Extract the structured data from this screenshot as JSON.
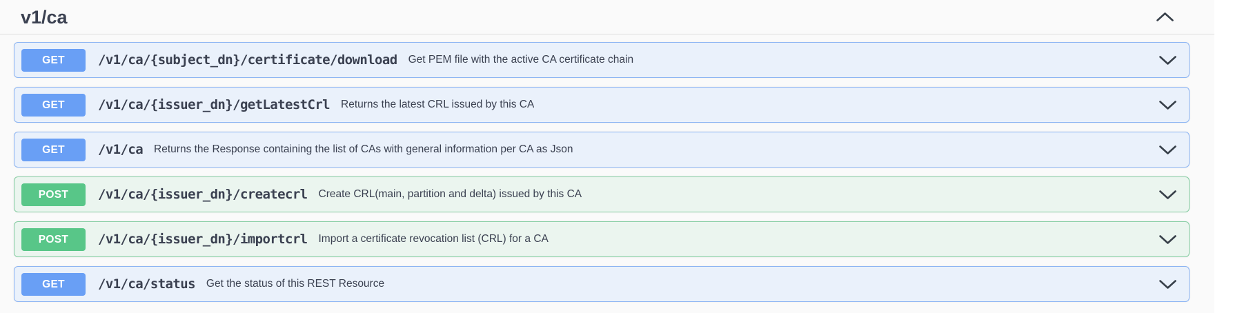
{
  "section": {
    "title": "v1/ca",
    "collapse_icon": "chevron-up"
  },
  "endpoints": [
    {
      "method": "GET",
      "type": "get",
      "path": "/v1/ca/{subject_dn}/certificate/download",
      "description": "Get PEM file with the active CA certificate chain",
      "expand_icon": "chevron-down"
    },
    {
      "method": "GET",
      "type": "get",
      "path": "/v1/ca/{issuer_dn}/getLatestCrl",
      "description": "Returns the latest CRL issued by this CA",
      "expand_icon": "chevron-down"
    },
    {
      "method": "GET",
      "type": "get",
      "path": "/v1/ca",
      "description": "Returns the Response containing the list of CAs with general information per CA as Json",
      "expand_icon": "chevron-down"
    },
    {
      "method": "POST",
      "type": "post",
      "path": "/v1/ca/{issuer_dn}/createcrl",
      "description": "Create CRL(main, partition and delta) issued by this CA",
      "expand_icon": "chevron-down"
    },
    {
      "method": "POST",
      "type": "post",
      "path": "/v1/ca/{issuer_dn}/importcrl",
      "description": "Import a certificate revocation list (CRL) for a CA",
      "expand_icon": "chevron-down"
    },
    {
      "method": "GET",
      "type": "get",
      "path": "/v1/ca/status",
      "description": "Get the status of this REST Resource",
      "expand_icon": "chevron-down"
    }
  ],
  "colors": {
    "get_badge": "#699ff5",
    "get_row_bg": "#eaf1fb",
    "get_row_border": "#8db5f3",
    "post_badge": "#58c688",
    "post_row_bg": "#ebf5ef",
    "post_row_border": "#85cda2",
    "text": "#3b4151",
    "content_bg": "#fafafa"
  }
}
